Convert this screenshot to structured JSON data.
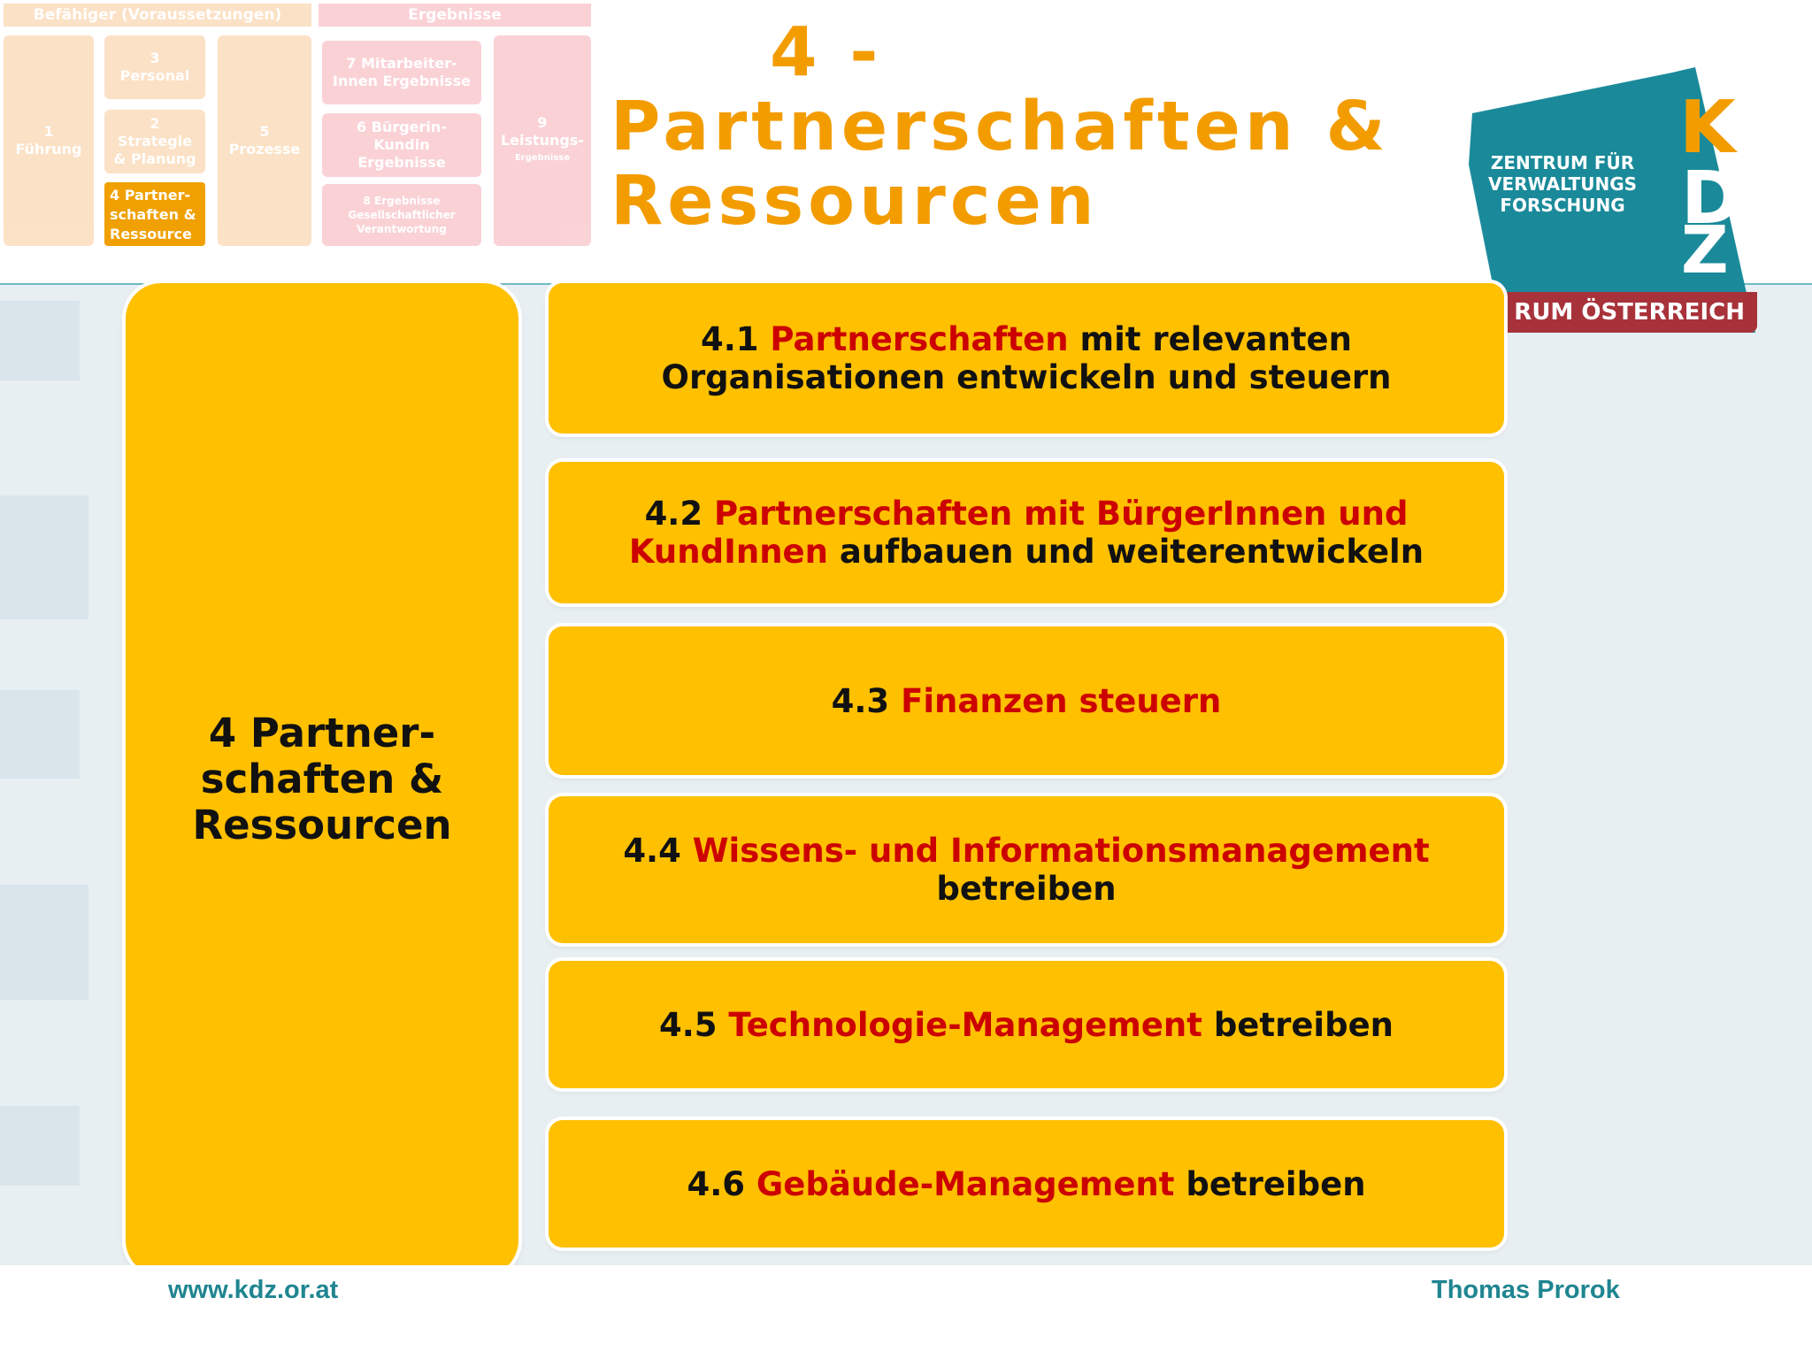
{
  "title": {
    "line1": "4 -",
    "line2": "Partnerschaften &",
    "line3": "Ressourcen"
  },
  "thumbnail": {
    "header_left": "Befähiger (Voraussetzungen)",
    "header_right": "Ergebnisse",
    "box1": "1\nFührung",
    "box3": "3\nPersonal",
    "box2": "2\nStrategie\n& Planung",
    "box4": "4 Partner-\nschaften &\nRessource",
    "box5": "5\nProzesse",
    "box7": "7 Mitarbeiter-\nInnen Ergebnisse",
    "box6": "6 Bürgerin-\nKundin\nErgebnisse",
    "box8": "8 Ergebnisse\nGesellschaftlicher\nVerantwortung",
    "box9a": "9\nLeistungs-",
    "box9b": "Ergebnisse"
  },
  "logo": {
    "letters": [
      "K",
      "D",
      "Z"
    ],
    "line1": "ZENTRUM FÜR",
    "line2": "VERWALTUNGS",
    "line3": "FORSCHUNG",
    "bar": "RUM ÖSTERREICH",
    "colors": {
      "teal": "#1a8a9a",
      "orange": "#f39c00",
      "red": "#a8323a"
    }
  },
  "main": {
    "line1": "4 Partner-",
    "line2": "schaften &",
    "line3": "Ressourcen"
  },
  "items": [
    {
      "num": "4.1",
      "red": "Partnerschaften",
      "rest": "mit relevanten",
      "line2": "Organisationen entwickeln und steuern"
    },
    {
      "num": "4.2",
      "red": "Partnerschaften mit BürgerInnen und",
      "line2_red": "KundInnen",
      "line2_rest": "aufbauen und weiterentwickeln"
    },
    {
      "num": "4.3",
      "red": "Finanzen steuern"
    },
    {
      "num": "4.4",
      "red": "Wissens- und Informationsmanagement",
      "line2": "betreiben"
    },
    {
      "num": "4.5",
      "red": "Technologie-Management",
      "rest": "betreiben"
    },
    {
      "num": "4.6",
      "red": "Gebäude-Management",
      "rest": "betreiben"
    }
  ],
  "footer": {
    "url": "www.kdz.or.at",
    "author": "Thomas Prorok"
  },
  "colors": {
    "accent": "#ffc000",
    "title": "#f39c00",
    "highlight": "#cc0000",
    "footer_text": "#1f8591"
  }
}
